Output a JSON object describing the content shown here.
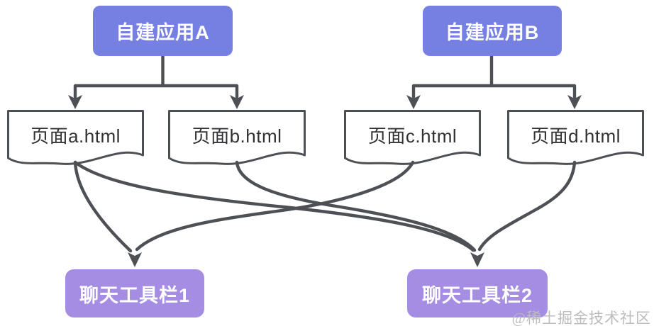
{
  "diagram": {
    "apps": [
      {
        "label": "自建应用A"
      },
      {
        "label": "自建应用B"
      }
    ],
    "pages": [
      {
        "label": "页面a.html"
      },
      {
        "label": "页面b.html"
      },
      {
        "label": "页面c.html"
      },
      {
        "label": "页面d.html"
      }
    ],
    "toolbars": [
      {
        "label": "聊天工具栏1"
      },
      {
        "label": "聊天工具栏2"
      }
    ],
    "edges": [
      {
        "from": "自建应用A",
        "to": "页面a.html"
      },
      {
        "from": "自建应用A",
        "to": "页面b.html"
      },
      {
        "from": "自建应用B",
        "to": "页面c.html"
      },
      {
        "from": "自建应用B",
        "to": "页面d.html"
      },
      {
        "from": "页面a.html",
        "to": "聊天工具栏1"
      },
      {
        "from": "页面a.html",
        "to": "聊天工具栏2"
      },
      {
        "from": "页面b.html",
        "to": "聊天工具栏2"
      },
      {
        "from": "页面c.html",
        "to": "聊天工具栏1"
      },
      {
        "from": "页面d.html",
        "to": "聊天工具栏2"
      }
    ],
    "colors": {
      "app_fill": "#7680e3",
      "toolbar_fill": "#a48de2",
      "line": "#4d5055",
      "page_border": "#4d5055",
      "page_text": "#2e3033",
      "box_text": "#ffffff",
      "watermark": "#bdbdbd"
    },
    "watermark": "@稀土掘金技术社区"
  }
}
